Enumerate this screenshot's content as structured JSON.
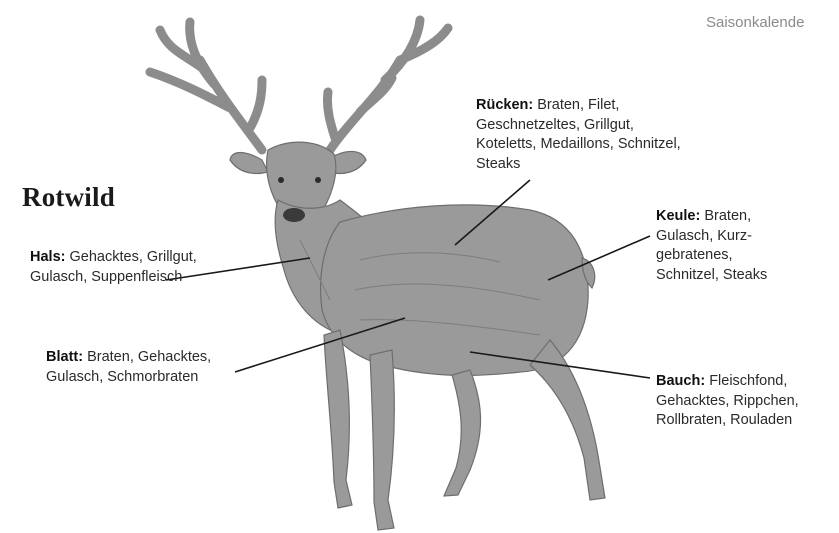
{
  "header": {
    "link_label": "Saisonkalende"
  },
  "title": "Rotwild",
  "cuts": [
    {
      "id": "ruecken",
      "name": "Rücken:",
      "uses": "Braten, Filet, Geschnetzeltes, Grillgut, Koteletts, Medaillons, Schnitzel, Steaks"
    },
    {
      "id": "hals",
      "name": "Hals:",
      "uses": "Gehacktes, Grillgut, Gulasch, Suppenfleisch"
    },
    {
      "id": "blatt",
      "name": "Blatt:",
      "uses": "Braten, Gehacktes, Gulasch, Schmorbraten"
    },
    {
      "id": "keule",
      "name": "Keule:",
      "uses": "Braten, Gulasch, Kurz-gebratenes, Schnitzel, Steaks"
    },
    {
      "id": "bauch",
      "name": "Bauch:",
      "uses": "Fleischfond, Gehacktes, Rippchen, Rollbraten, Rouladen"
    }
  ],
  "colors": {
    "deer_fill": "#9a9a9a",
    "deer_shade": "#7d7d7d",
    "leader_line": "#1a1a1a",
    "header_text": "#8a8a8a"
  }
}
